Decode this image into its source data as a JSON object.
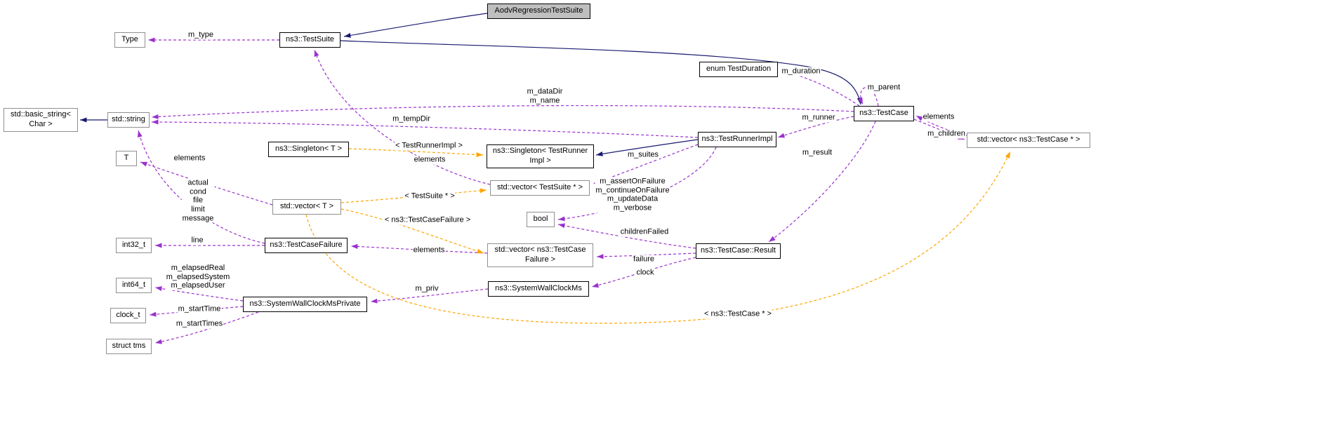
{
  "diagram": {
    "kind": "collaboration-graph",
    "colors": {
      "inheritance_edge": "#191970",
      "usage_edge": "#9a32cd",
      "template_edge": "#ffa500",
      "node_background": "#ffffff",
      "documented_node_border": "#000000",
      "undocumented_node_border": "#8f8f8f",
      "current_node_background": "#bfbfbf",
      "text_color": "#000000"
    },
    "nodes": {
      "aodv_regression_test_suite": {
        "label": "AodvRegressionTestSuite"
      },
      "test_suite": {
        "label": "ns3::TestSuite"
      },
      "type": {
        "label": "Type"
      },
      "test_duration": {
        "label": "enum TestDuration"
      },
      "test_case": {
        "label": "ns3::TestCase"
      },
      "basic_string": {
        "label": "std::basic_string<\nChar >"
      },
      "std_string": {
        "label": "std::string"
      },
      "test_runner_impl": {
        "label": "ns3::TestRunnerImpl"
      },
      "vector_test_case_ptr": {
        "label": "std::vector< ns3::TestCase * >"
      },
      "singleton_t": {
        "label": "ns3::Singleton< T >"
      },
      "singleton_test_runner_impl": {
        "label": "ns3::Singleton< TestRunner\nImpl >"
      },
      "t": {
        "label": "T"
      },
      "vector_test_suite_ptr": {
        "label": "std::vector< TestSuite * >"
      },
      "vector_t": {
        "label": "std::vector< T >"
      },
      "bool": {
        "label": "bool"
      },
      "int32_t": {
        "label": "int32_t"
      },
      "test_case_failure": {
        "label": "ns3::TestCaseFailure"
      },
      "vector_test_case_failure": {
        "label": "std::vector< ns3::TestCase\nFailure >"
      },
      "test_case_result": {
        "label": "ns3::TestCase::Result"
      },
      "int64_t": {
        "label": "int64_t"
      },
      "system_wall_clock_ms": {
        "label": "ns3::SystemWallClockMs"
      },
      "system_wall_clock_ms_private": {
        "label": "ns3::SystemWallClockMsPrivate"
      },
      "clock_t": {
        "label": "clock_t"
      },
      "struct_tms": {
        "label": "struct tms"
      }
    },
    "edge_labels": {
      "m_type": "m_type",
      "m_duration": "m_duration",
      "m_parent": "m_parent",
      "m_dataDir_m_name": "m_dataDir\nm_name",
      "m_tempDir": "m_tempDir",
      "m_runner": "m_runner",
      "elements_test_case": "elements",
      "m_children": "m_children",
      "tpl_test_runner_impl": "< TestRunnerImpl >",
      "elements_test_suite": "elements",
      "m_suites": "m_suites",
      "elements_t": "elements",
      "test_case_failure_members": "actual\ncond\nfile\nlimit\nmessage",
      "tpl_test_suite_ptr": "< TestSuite * >",
      "test_runner_flags": "m_assertOnFailure\nm_continueOnFailure\nm_updateData\nm_verbose",
      "tpl_test_case_failure": "< ns3::TestCaseFailure >",
      "childrenFailed": "childrenFailed",
      "line": "line",
      "elements_failure": "elements",
      "m_result": "m_result",
      "failure": "failure",
      "clock": "clock",
      "elapsed_members": "m_elapsedReal\nm_elapsedSystem\nm_elapsedUser",
      "m_priv": "m_priv",
      "m_startTime": "m_startTime",
      "m_startTimes": "m_startTimes",
      "tpl_test_case_ptr": "< ns3::TestCase * >"
    }
  }
}
